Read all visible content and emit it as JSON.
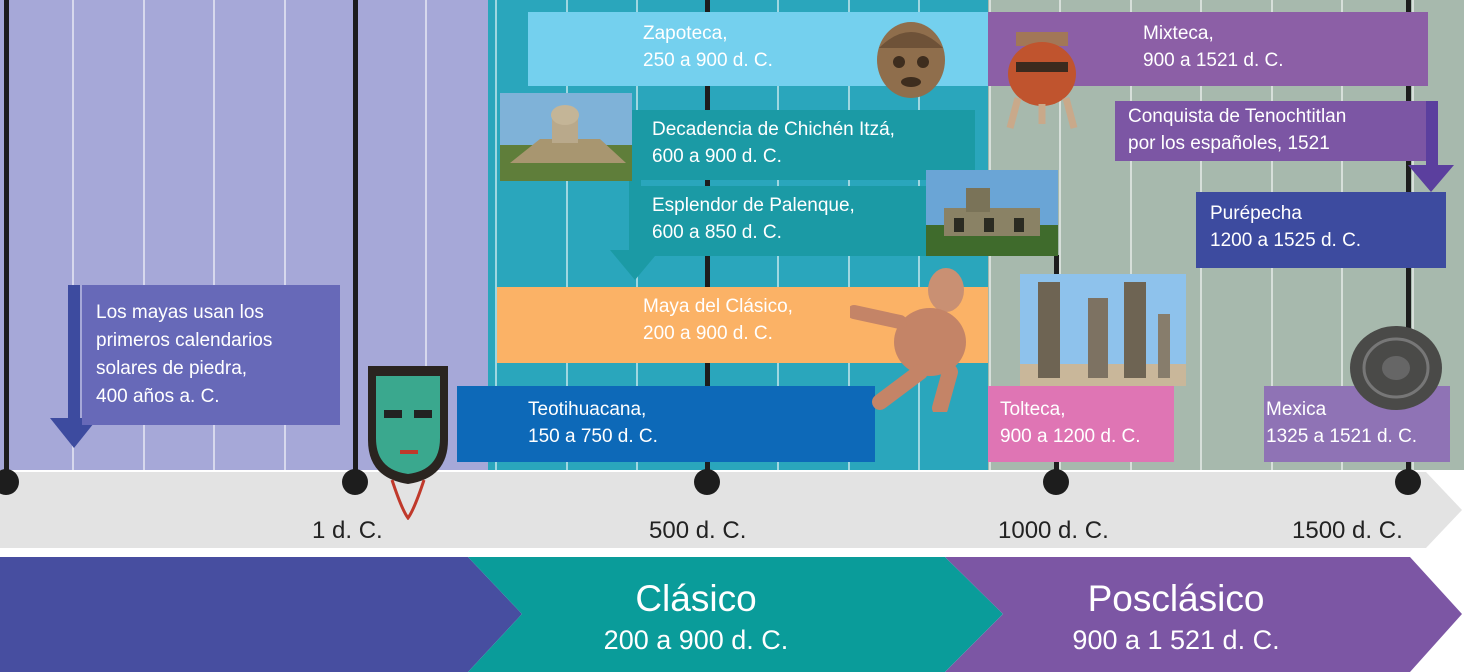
{
  "colors": {
    "preclassic_bg": "#a6a8d8",
    "classic_bg": "#2aa6bc",
    "postclassic_bg": "#a7b9ad",
    "zapoteca": "#74d0ee",
    "mixteca": "#8c5fa6",
    "maya": "#fbb266",
    "teotihuacana": "#0d69b8",
    "tolteca": "#df75b4",
    "mexica": "#8f73b5",
    "purepecha": "#3d4b9f",
    "teal_band": "#1b9aa5",
    "era_preclassic": "#474ea0",
    "era_classic": "#0a9c9a",
    "era_postclassic": "#7c56a4"
  },
  "timeline": {
    "ticks": [
      "1 d. C.",
      "500 d. C.",
      "1000 d. C.",
      "1500 d. C."
    ]
  },
  "events": {
    "mayas_calendarios": [
      "Los mayas usan los",
      "primeros calendarios",
      "solares de piedra,",
      "400 años a. C."
    ],
    "zapoteca": [
      "Zapoteca,",
      "250 a 900 d. C."
    ],
    "mixteca": [
      "Mixteca,",
      "900 a 1521 d. C."
    ],
    "chichen": [
      "Decadencia de Chichén Itzá,",
      "600 a 900 d. C."
    ],
    "palenque": [
      "Esplendor de Palenque,",
      "600 a 850 d. C."
    ],
    "maya_clasico": [
      "Maya del Clásico,",
      "200 a 900 d. C."
    ],
    "teotihuacana": [
      "Teotihuacana,",
      "150 a 750 d. C."
    ],
    "tolteca": [
      "Tolteca,",
      "900 a 1200 d. C."
    ],
    "mexica": [
      "Mexica",
      "1325 a 1521 d. C."
    ],
    "purepecha": [
      "Purépecha",
      "1200 a 1525 d. C."
    ],
    "conquista": [
      "Conquista de Tenochtitlan",
      "por los españoles, 1521"
    ]
  },
  "eras": {
    "classic": {
      "title": "Clásico",
      "range": "200 a 900 d. C."
    },
    "postclassic": {
      "title": "Posclásico",
      "range": "900 a 1 521 d. C."
    }
  },
  "images": {
    "mask": "jade-mask-icon",
    "zapotec_head": "clay-head-icon",
    "mixtec_vessel": "tripod-vessel-icon",
    "observatory": "observatory-photo",
    "palenque": "palace-photo",
    "maya_figure": "clay-figurine-icon",
    "atlantes": "atlantes-photo",
    "sun_stone": "sun-stone-icon"
  }
}
